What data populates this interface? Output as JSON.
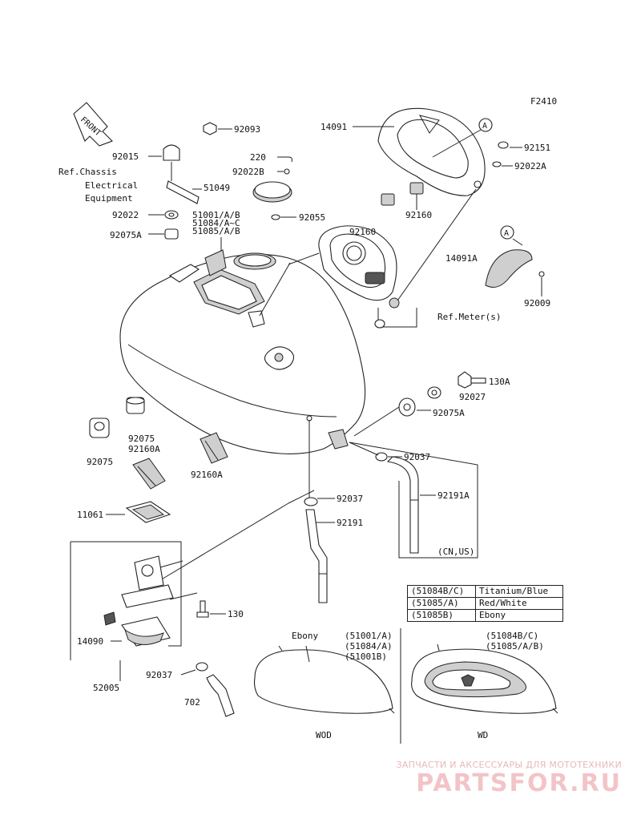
{
  "figure_code": "F2410",
  "front_marker": "FRONT",
  "labels": {
    "p14091": "14091",
    "p92093": "92093",
    "p92015": "92015",
    "ref_chassis_1": "Ref.Chassis",
    "ref_chassis_2": "Electrical",
    "ref_chassis_3": "Equipment",
    "p51049": "51049",
    "p220": "220",
    "p92022B": "92022B",
    "p92022": "92022",
    "p51001": "51001/A/B",
    "p51084": "51084/A~C",
    "p51085": "51085/A/B",
    "p92075A_left": "92075A",
    "p92055": "92055",
    "p92151": "92151",
    "p92022A": "92022A",
    "circle_a_top": "A",
    "p92160_right": "92160",
    "p92160_center": "92160",
    "circle_a_side": "A",
    "p14091A": "14091A",
    "p92009": "92009",
    "ref_meter": "Ref.Meter(s)",
    "p130A": "130A",
    "p92027": "92027",
    "p92075A_right": "92075A",
    "p92075_mid": "92075",
    "p92160A_mid": "92160A",
    "p92075_left": "92075",
    "p92160A_low": "92160A",
    "p92037_right": "92037",
    "p92191A": "92191A",
    "p92037_center": "92037",
    "p92191": "92191",
    "p11061": "11061",
    "cn_us": "(CN,US)",
    "p130": "130",
    "p14090": "14090",
    "p92037_low": "92037",
    "p52005": "52005",
    "p702": "702",
    "ebony": "Ebony",
    "wod_codes_1": "(51001/A)",
    "wod_codes_2": "(51084/A)",
    "wod_codes_3": "(51001B)",
    "wod": "WOD",
    "wd_codes_1": "(51084B/C)",
    "wd_codes_2": "(51085/A/B)",
    "wd": "WD"
  },
  "color_table": [
    {
      "code": "(51084B/C)",
      "color": "Titanium/Blue"
    },
    {
      "code": "(51085/A)",
      "color": "Red/White"
    },
    {
      "code": "(51085B)",
      "color": "Ebony"
    }
  ],
  "watermark": {
    "top": "ЗАПЧАСТИ И АКСЕССУАРЫ ДЛЯ МОТОТЕХНИКИ",
    "logo": "PARTSFOR.RU"
  }
}
